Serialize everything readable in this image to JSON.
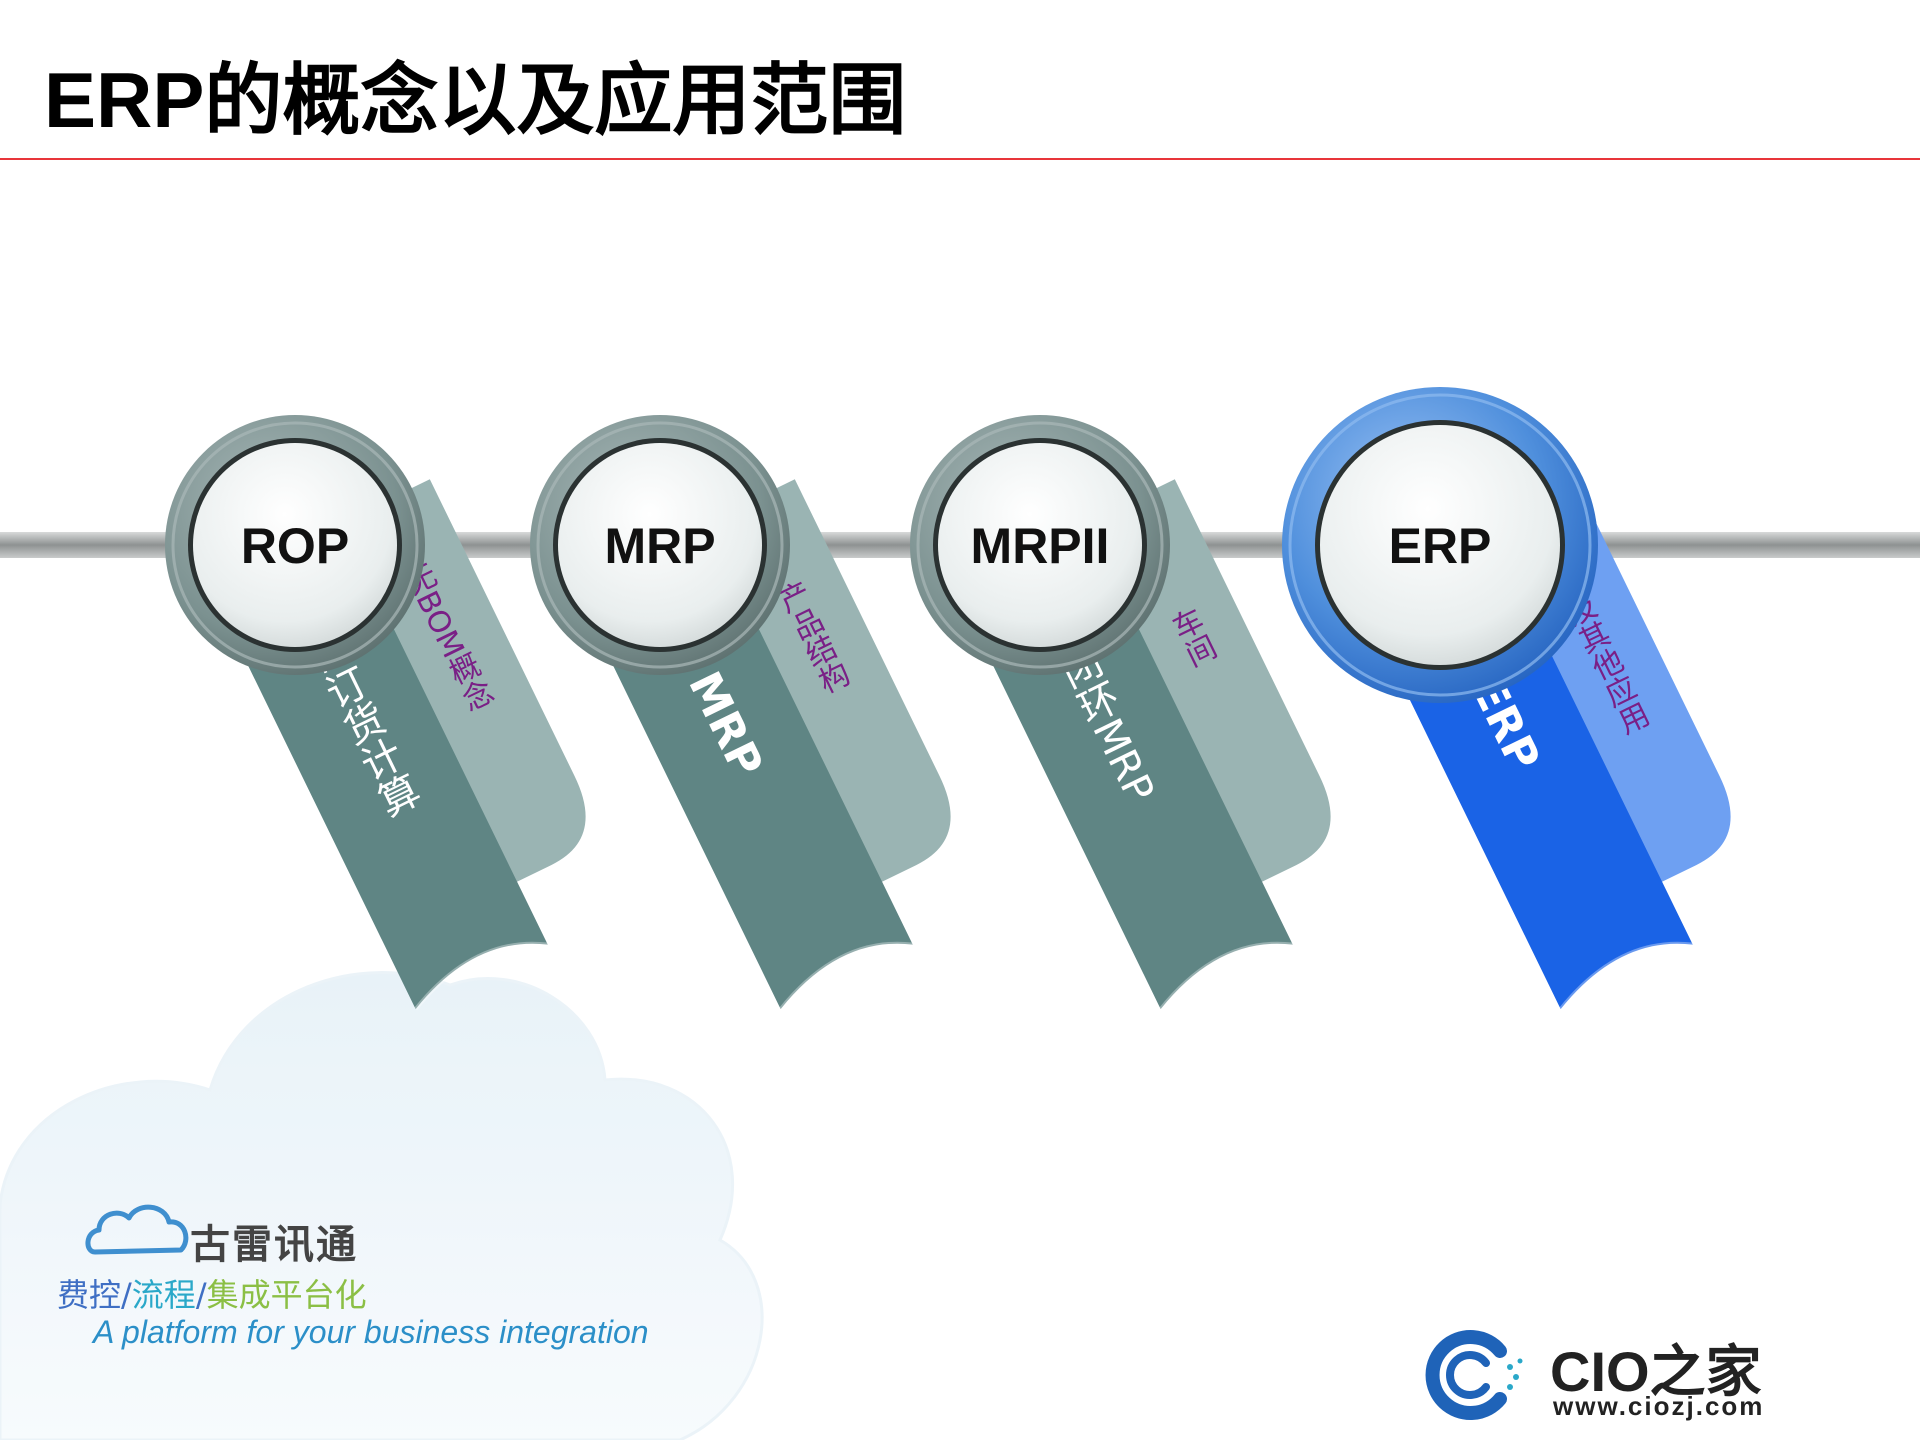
{
  "title": "ERP的概念以及应用范围",
  "stages": [
    {
      "label": "ROP",
      "main_text": "再订货计算",
      "sub_text": "无BOM概念",
      "theme": "gray"
    },
    {
      "label": "MRP",
      "main_text": "MRP",
      "sub_text": "产品结构",
      "theme": "gray"
    },
    {
      "label": "MRPII",
      "main_text": "闭环MRP",
      "sub_text": "车间",
      "theme": "gray"
    },
    {
      "label": "ERP",
      "main_text": "ERP",
      "sub_text": "财务及其他应用",
      "theme": "blue"
    }
  ],
  "colors": {
    "title_rule": "#e8353a",
    "sub_text": "#7a1f86",
    "gray_tab_main": "#5f8584",
    "gray_tab_back": "#9ab4b3",
    "blue_tab_main": "#1a63e6",
    "blue_tab_back": "#6ea0f2"
  },
  "logo_left": {
    "brand": "古雷讯通",
    "tagline_1": "费控",
    "tagline_sep_1": "/",
    "tagline_2": "流程",
    "tagline_sep_2": "/",
    "tagline_3": "集成平台化",
    "tagline_en": "A platform for your business integration"
  },
  "logo_right": {
    "name": "CIO之家",
    "url": "www.ciozj.com"
  }
}
